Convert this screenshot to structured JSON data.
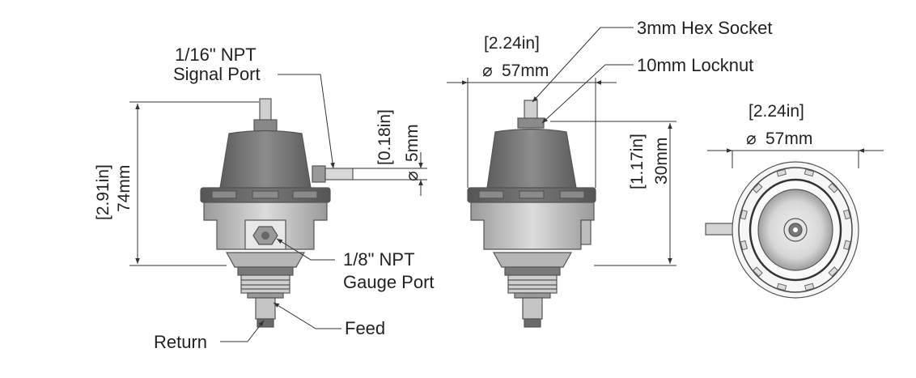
{
  "callouts": {
    "signal_port_line1": "1/16\" NPT",
    "signal_port_line2": "Signal Port",
    "gauge_port_line1": "1/8\" NPT",
    "gauge_port_line2": "Gauge Port",
    "return": "Return",
    "feed": "Feed",
    "hex_socket": "3mm Hex Socket",
    "locknut": "10mm Locknut"
  },
  "dimensions": {
    "height_in": "[2.91in]",
    "height_mm": "74mm",
    "port_in": "[0.18in]",
    "port_mm": "5mm",
    "width_in": "[2.24in]",
    "width_mm": "57mm",
    "top_in": "[1.17in]",
    "top_mm": "30mm",
    "top_view_in": "[2.24in]",
    "top_view_mm": "57mm",
    "diameter_symbol": "⌀"
  },
  "colors": {
    "body_dark": "#6e6e6e",
    "body_mid": "#8a8a8a",
    "body_light": "#c8c8c8",
    "outline": "#3a3a3a"
  }
}
